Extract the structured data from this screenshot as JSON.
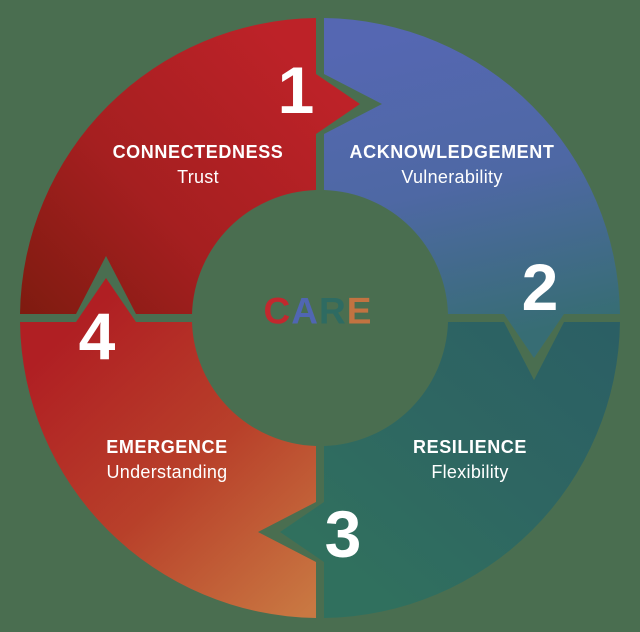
{
  "background_color": "#4a6e50",
  "center": {
    "word": "CARE",
    "letters": [
      {
        "char": "C",
        "color": "#c2282e"
      },
      {
        "char": "A",
        "color": "#5066b2"
      },
      {
        "char": "R",
        "color": "#2e6b62"
      },
      {
        "char": "E",
        "color": "#c27341"
      }
    ]
  },
  "segments": [
    {
      "number": "1",
      "title": "CONNECTEDNESS",
      "subtitle": "Trust",
      "gradient": [
        "#7f1b10",
        "#a51f20",
        "#bd2228"
      ]
    },
    {
      "number": "2",
      "title": "ACKNOWLEDGEMENT",
      "subtitle": "Vulnerability",
      "gradient": [
        "#5567b2",
        "#4e68a4",
        "#376d74"
      ]
    },
    {
      "number": "3",
      "title": "RESILIENCE",
      "subtitle": "Flexibility",
      "gradient": [
        "#2b5f64",
        "#2e6662",
        "#30705e"
      ]
    },
    {
      "number": "4",
      "title": "EMERGENCE",
      "subtitle": "Understanding",
      "gradient": [
        "#b01f23",
        "#b8402a",
        "#c97842"
      ]
    }
  ]
}
